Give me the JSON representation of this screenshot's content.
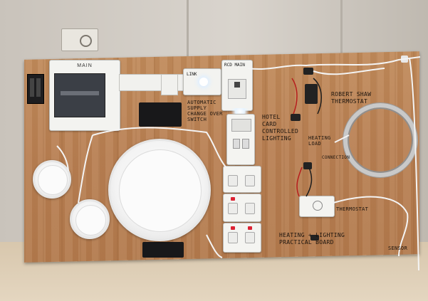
{
  "labels": {
    "main_panel": "MAIN",
    "rcd_panel": "RCD MAIN",
    "link": "LINK",
    "automatic_supply": [
      "AUTOMATIC",
      "SUPPLY",
      "CHANGE OVER",
      "SWITCH"
    ],
    "hotel_card": [
      "HOTEL",
      "CARD",
      "CONTROLLED",
      "LIGHTING"
    ],
    "robert_shaw": [
      "ROBERT SHAW",
      "THERMOSTAT"
    ],
    "heating_load": [
      "HEATING",
      "LOAD"
    ],
    "connection": "CONNECTION",
    "thermostat": "THERMOSTAT",
    "board_title": [
      "HEATING + LIGHTING",
      "PRACTICAL BOARD"
    ],
    "sensor": "SENSOR"
  },
  "colors": {
    "wood": "#b87f52",
    "wall": "#d6d1ca",
    "desk": "#e4d6c0",
    "fixture_white": "#f3f3f0",
    "panel_door": "#3b3f46",
    "tape_black": "#18181a",
    "wire_red": "#b71c1c"
  }
}
